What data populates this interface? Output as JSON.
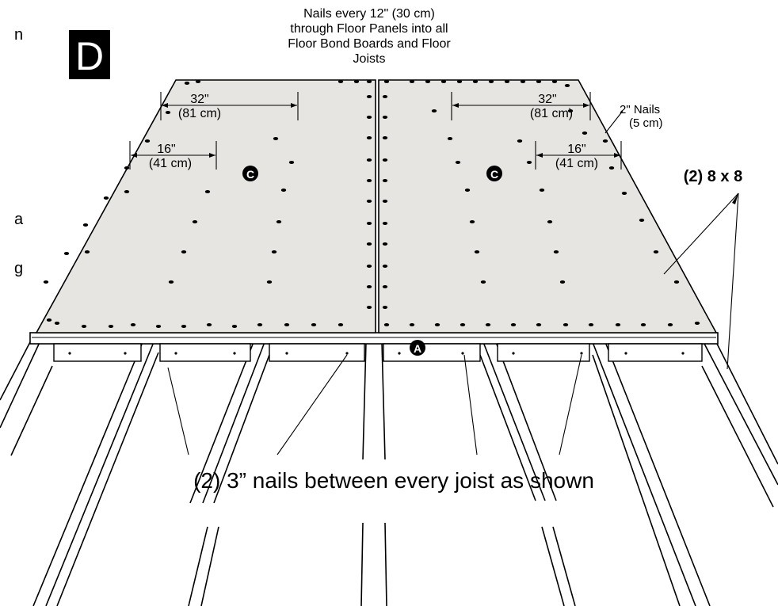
{
  "step_letter": "D",
  "edge_text_fragments": [
    "n",
    "a",
    "g"
  ],
  "top_note": {
    "lines": [
      "Nails every 12\" (30 cm)",
      "through Floor Panels into all",
      "Floor Bond Boards and Floor",
      "Joists"
    ]
  },
  "dimensions": {
    "left_32": {
      "value": "32\"",
      "metric": "(81 cm)"
    },
    "right_32": {
      "value": "32\"",
      "metric": "(81 cm)"
    },
    "left_16": {
      "value": "16\"",
      "metric": "(41 cm)"
    },
    "right_16": {
      "value": "16\"",
      "metric": "(41 cm)"
    }
  },
  "nails_2in": {
    "line1": "2\" Nails",
    "line2": "(5 cm)"
  },
  "beam_label": "(2) 8 x 8",
  "bottom_note": "(2) 3” nails between every joist as shown",
  "part_markers": {
    "panel_left": "C",
    "panel_right": "C",
    "bond_board": "A"
  },
  "colors": {
    "panel_fill": "#e6e5e2",
    "ink": "#000000",
    "marker_fill": "#000000",
    "marker_text": "#ffffff"
  }
}
